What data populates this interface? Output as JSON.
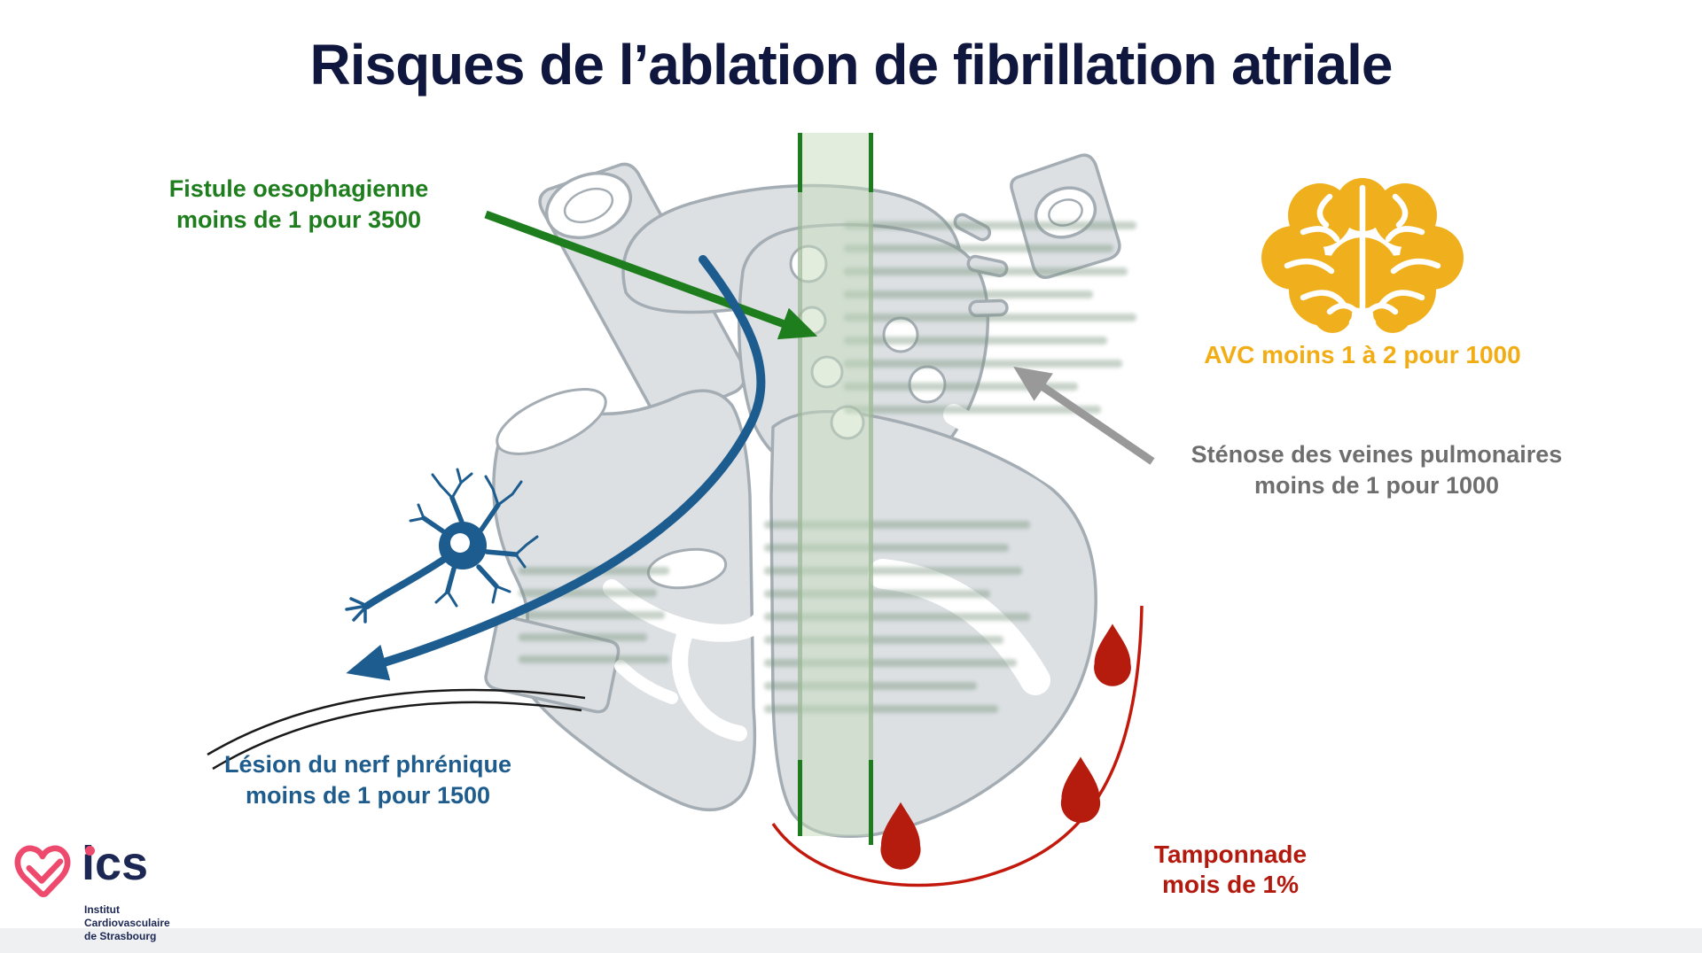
{
  "title": "Risques de l’ablation de fibrillation atriale",
  "annotations": {
    "fistule": {
      "line1": "Fistule oesophagienne",
      "line2": "moins de 1 pour 3500",
      "color": "#1e7d1d"
    },
    "avc": {
      "label": "AVC moins 1 à 2 pour 1000",
      "color": "#f2ac14"
    },
    "stenose": {
      "line1": "Sténose des veines pulmonaires",
      "line2": "moins de 1 pour 1000",
      "color": "#6e6e6e"
    },
    "lesion": {
      "line1": "Lésion du nerf phrénique",
      "line2": "moins de 1 pour 1500",
      "color": "#1d5c8d"
    },
    "tamponnade": {
      "line1": "Tamponnade",
      "line2": "mois de 1%",
      "color": "#b3190d"
    }
  },
  "logo": {
    "acronym": "ics",
    "line1": "Institut",
    "line2": "Cardiovasculaire",
    "line3": "de Strasbourg"
  },
  "icons": {
    "brain": "brain-icon",
    "neuron": "neuron-icon",
    "blood_drop": "blood-drop-icon",
    "heart_logo": "heart-logo-icon",
    "heart_illustration": "heart-anatomy-illustration"
  },
  "colors": {
    "title_navy": "#10173f",
    "green": "#1e7d1d",
    "amber": "#f2ac14",
    "gray": "#6e6e6e",
    "blue": "#1d5c8d",
    "dark_red": "#b3190d",
    "band_green_edge": "#1d7c1d",
    "logo_pink": "#ee4a6e",
    "logo_navy": "#1c2753"
  }
}
